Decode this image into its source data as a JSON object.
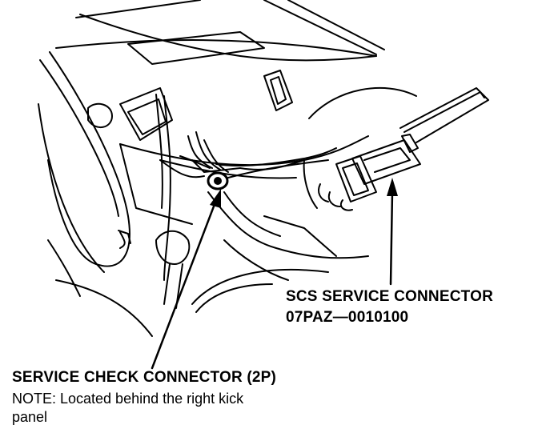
{
  "scs_label": {
    "title": "SCS SERVICE CONNECTOR",
    "part_number": "07PAZ—0010100"
  },
  "check_label": {
    "title": "SERVICE CHECK CONNECTOR (2P)",
    "note_line1": "NOTE:  Located behind the right kick",
    "note_line2": "panel"
  },
  "colors": {
    "ink": "#000000",
    "paper": "#ffffff"
  }
}
